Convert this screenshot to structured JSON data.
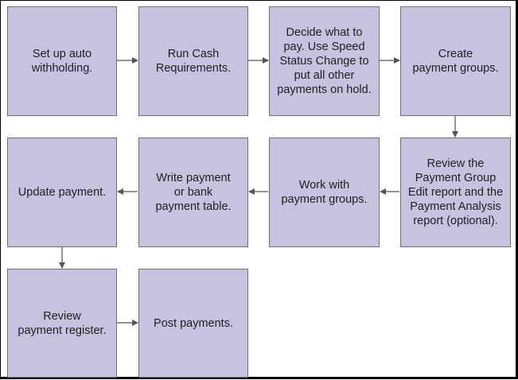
{
  "flowchart": {
    "steps": [
      {
        "id": "s1",
        "label": "Set up auto\nwithholding."
      },
      {
        "id": "s2",
        "label": "Run Cash\nRequirements."
      },
      {
        "id": "s3",
        "label": "Decide what to\npay. Use Speed\nStatus Change to\nput all other\npayments on hold."
      },
      {
        "id": "s4",
        "label": "Create\npayment groups."
      },
      {
        "id": "s5",
        "label": "Review the\nPayment Group\nEdit report and the\nPayment Analysis\nreport (optional)."
      },
      {
        "id": "s6",
        "label": "Work with\npayment groups."
      },
      {
        "id": "s7",
        "label": "Write payment\nor bank\npayment table."
      },
      {
        "id": "s8",
        "label": "Update payment."
      },
      {
        "id": "s9",
        "label": "Review\npayment register."
      },
      {
        "id": "s10",
        "label": "Post payments."
      }
    ],
    "connections": [
      [
        "s1",
        "s2"
      ],
      [
        "s2",
        "s3"
      ],
      [
        "s3",
        "s4"
      ],
      [
        "s4",
        "s5"
      ],
      [
        "s5",
        "s6"
      ],
      [
        "s6",
        "s7"
      ],
      [
        "s7",
        "s8"
      ],
      [
        "s8",
        "s9"
      ],
      [
        "s9",
        "s10"
      ]
    ],
    "colors": {
      "box_fill": "#c9c1e0",
      "box_border": "#6f6f6f",
      "arrow": "#555555",
      "text": "#1e1e1e"
    }
  }
}
